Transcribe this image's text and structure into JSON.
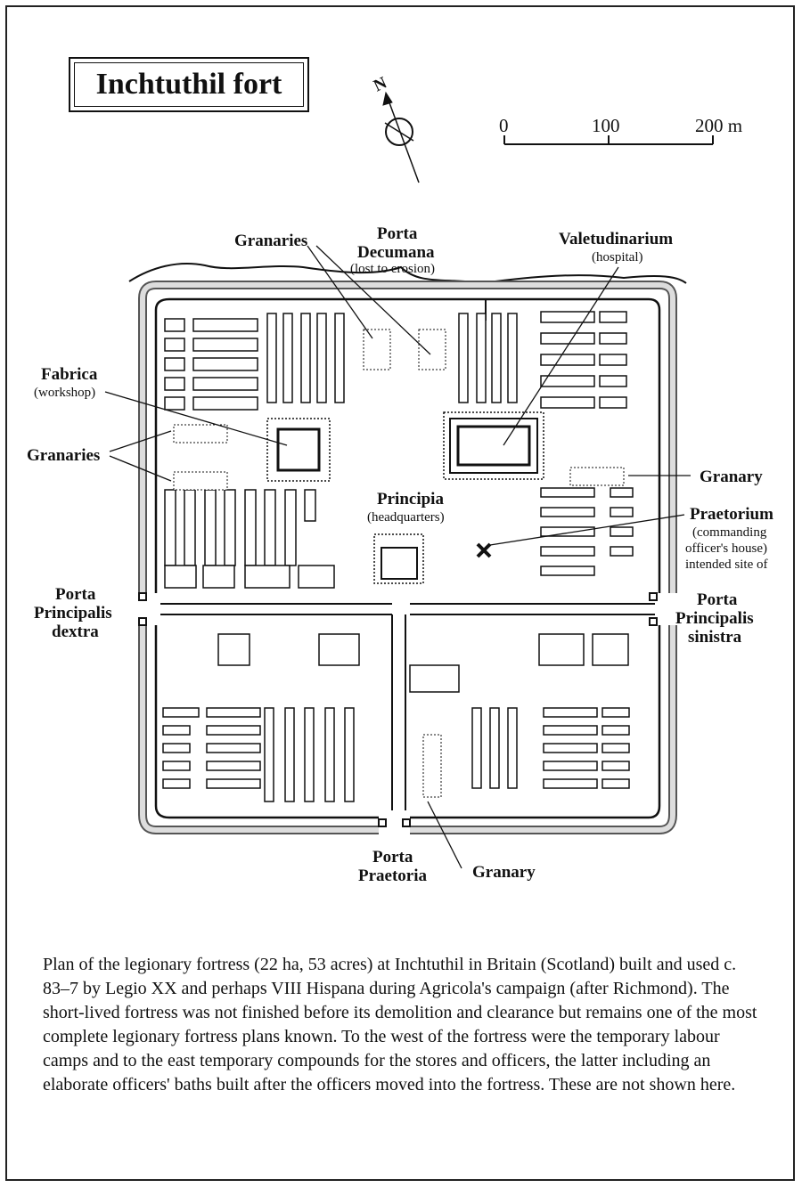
{
  "title": "Inchtuthil fort",
  "north_label": "N",
  "scale": {
    "tick0": "0",
    "tick1": "100",
    "tick2": "200 m"
  },
  "labels": {
    "granaries_north": "Granaries",
    "porta_decumana_1": "Porta",
    "porta_decumana_2": "Decumana",
    "porta_decumana_note": "(lost to erosion)",
    "valetudinarium": "Valetudinarium",
    "valetudinarium_note": "(hospital)",
    "fabrica": "Fabrica",
    "fabrica_note": "(workshop)",
    "granaries_west": "Granaries",
    "granary_east": "Granary",
    "principia": "Principia",
    "principia_note": "(headquarters)",
    "praetorium": "Praetorium",
    "praetorium_note_1": "(commanding",
    "praetorium_note_2": "officer's house)",
    "praetorium_note_3": "intended site of",
    "ppd_1": "Porta",
    "ppd_2": "Principalis",
    "ppd_3": "dextra",
    "pps_1": "Porta",
    "pps_2": "Principalis",
    "pps_3": "sinistra",
    "porta_praetoria_1": "Porta",
    "porta_praetoria_2": "Praetoria",
    "granary_south": "Granary"
  },
  "caption": "Plan of the legionary fortress (22 ha, 53 acres) at Inchtuthil in Britain (Scotland) built and used c. 83–7 by Legio XX and perhaps VIII Hispana during Agricola's campaign (after Richmond). The short-lived fortress was not finished before its demolition and clearance but remains one of the most complete legionary fortress plans known. To the west of the fortress were the temporary labour camps and to the east temporary compounds for the stores and officers, the latter including an elaborate officers' baths built after the officers moved into the fortress. These are not shown here."
}
